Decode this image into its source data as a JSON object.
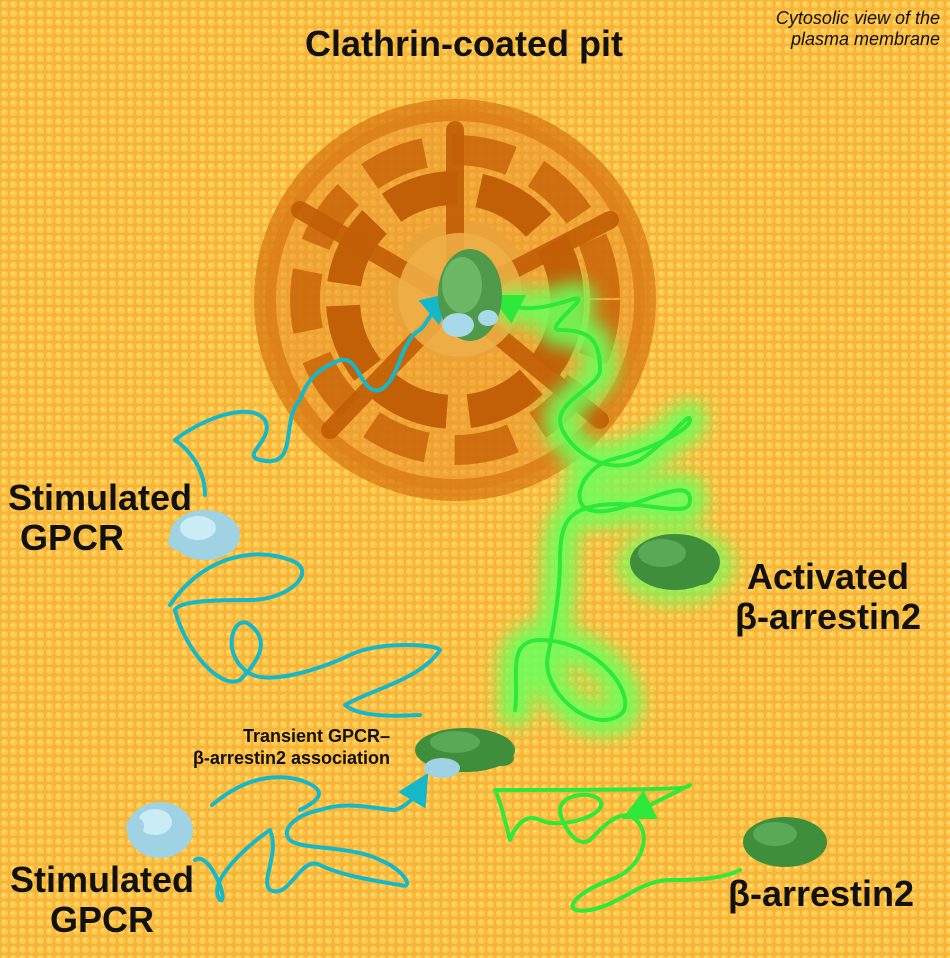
{
  "labels": {
    "pit": "Clathrin-coated pit",
    "view_note_line1": "Cytosolic view of the",
    "view_note_line2": "plasma membrane",
    "gpcr_top_line1": "Stimulated",
    "gpcr_top_line2": "GPCR",
    "gpcr_bottom_line1": "Stimulated",
    "gpcr_bottom_line2": "GPCR",
    "activated_line1": "Activated",
    "activated_line2": "β-arrestin2",
    "arrestin": "β-arrestin2",
    "transient_line1": "Transient GPCR–",
    "transient_line2": "β-arrestin2 association"
  },
  "colors": {
    "membrane": "#f6b53a",
    "clathrin": "#e07b10",
    "gpcr": "#9fd3e3",
    "arrestin": "#3f8e3c",
    "gpcr_track": "#16b8c8",
    "arrestin_track": "#2ee83a"
  }
}
